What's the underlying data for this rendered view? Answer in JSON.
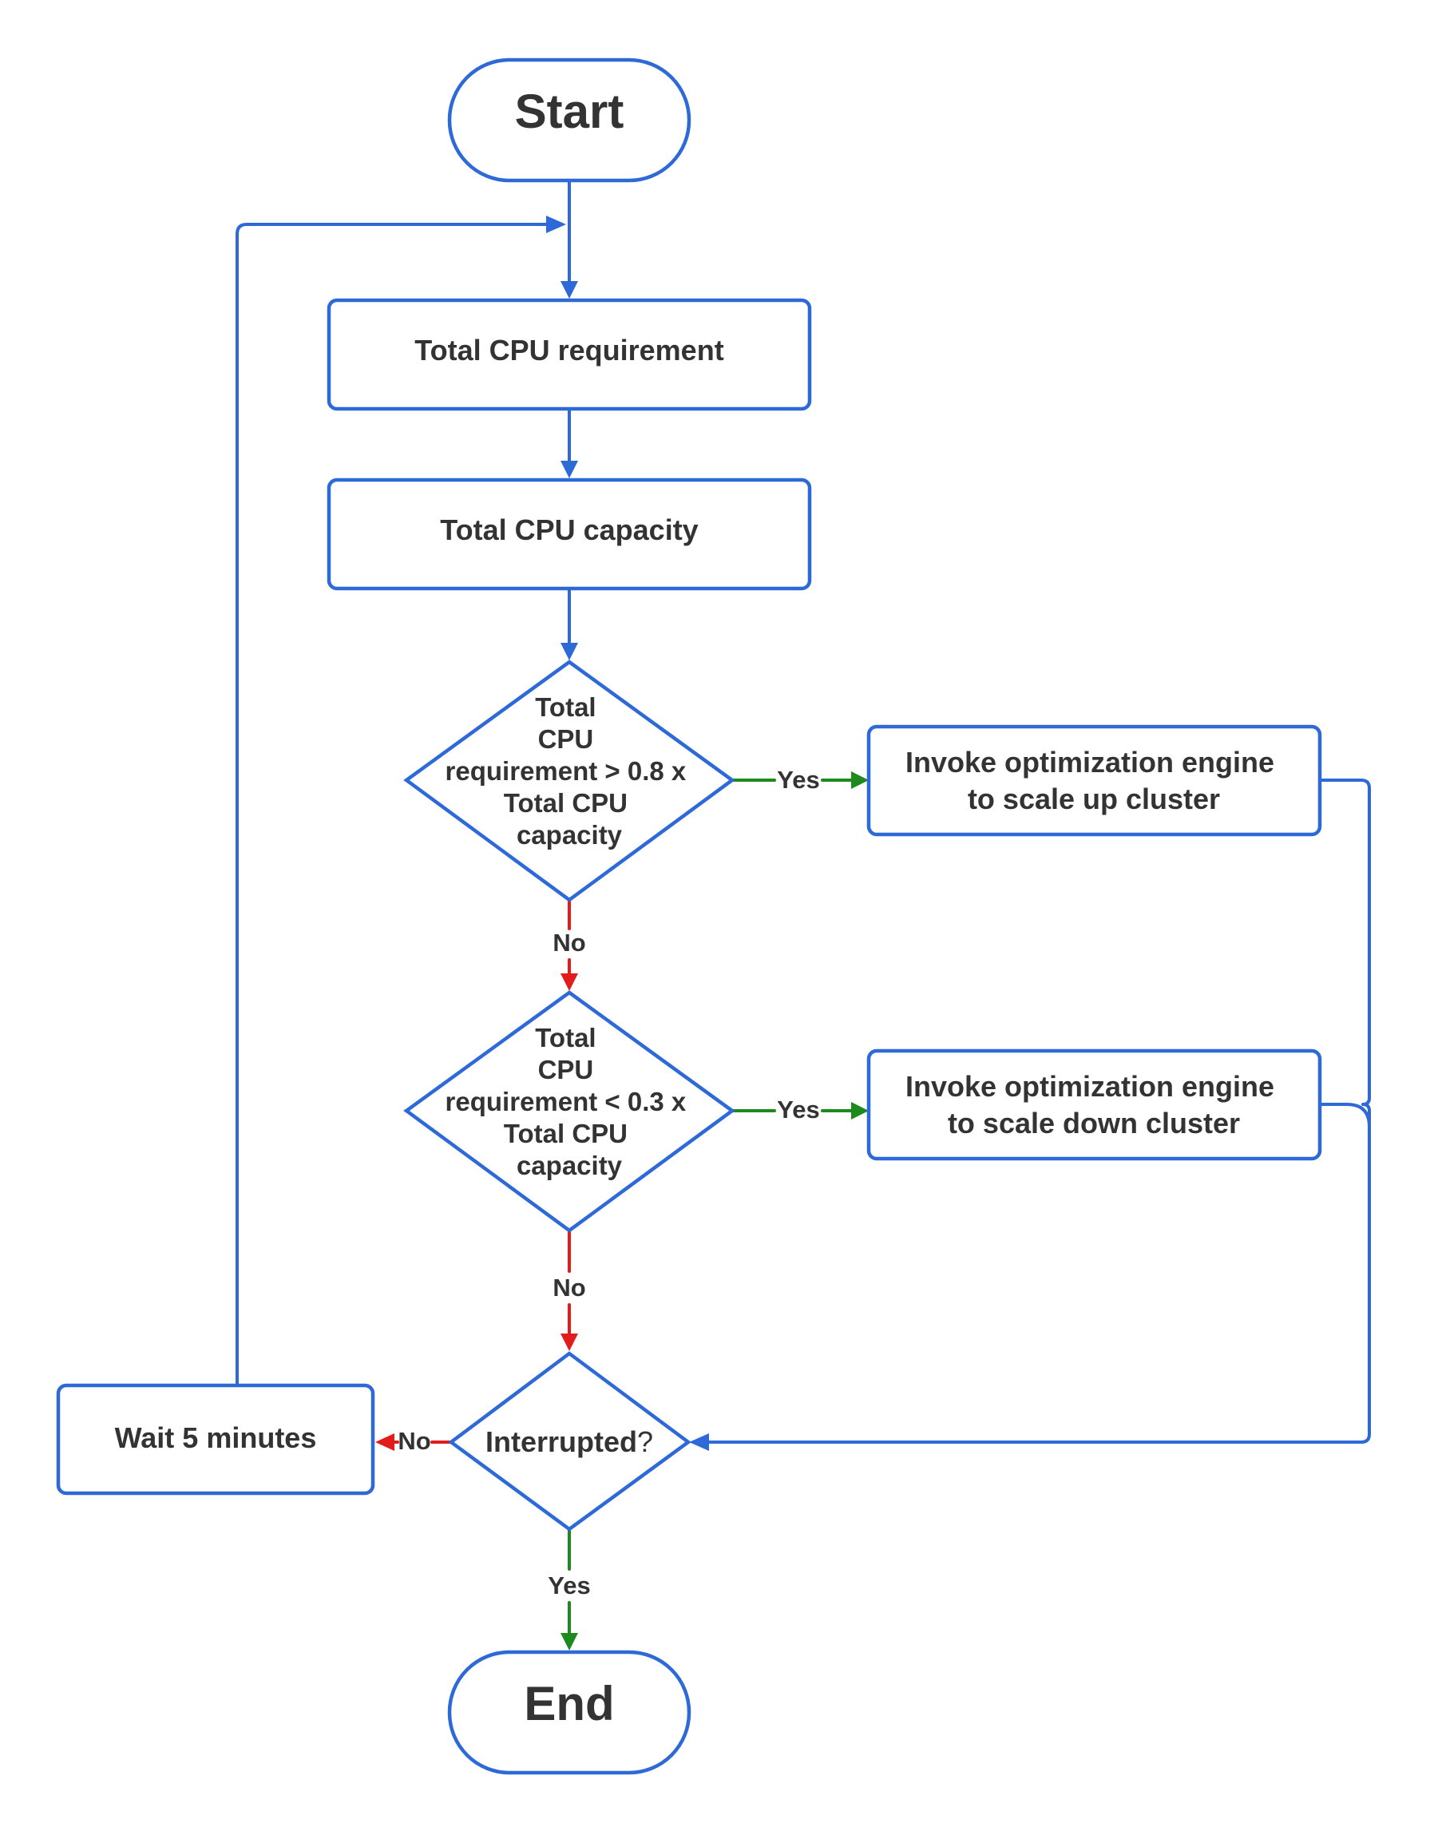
{
  "nodes": {
    "start": {
      "label": "Start"
    },
    "cpu_requirement": {
      "label": "Total CPU requirement"
    },
    "cpu_capacity": {
      "label": "Total CPU capacity"
    },
    "decision_high": {
      "lines": [
        "Total",
        "CPU",
        "requirement > 0.8 x",
        "Total CPU",
        "capacity"
      ]
    },
    "scale_up": {
      "lines": [
        "Invoke optimization engine",
        "to scale up cluster"
      ]
    },
    "decision_low": {
      "lines": [
        "Total",
        "CPU",
        "requirement < 0.3 x",
        "Total CPU",
        "capacity"
      ]
    },
    "scale_down": {
      "lines": [
        "Invoke optimization engine",
        "to scale down cluster"
      ]
    },
    "interrupted": {
      "label": "Interrupted",
      "suffix": "?"
    },
    "wait": {
      "label": "Wait 5 minutes"
    },
    "end": {
      "label": "End"
    }
  },
  "edges": {
    "high_yes": "Yes",
    "high_no": "No",
    "low_yes": "Yes",
    "low_no": "No",
    "interrupted_no": "No",
    "interrupted_yes": "Yes"
  },
  "colors": {
    "shape_stroke": "#2e69d8",
    "flow": "#2e69d8",
    "yes": "#1e8a1e",
    "no": "#e21b1b",
    "text": "#333333"
  }
}
